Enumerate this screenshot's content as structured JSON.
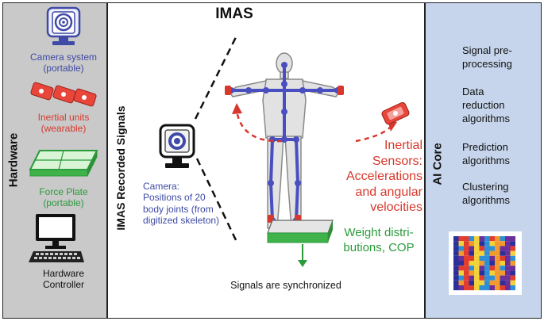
{
  "hardware": {
    "title": "Hardware",
    "camera": {
      "name": "Camera system",
      "note": "(portable)"
    },
    "inertial": {
      "name": "Inertial units",
      "note": "(wearable)"
    },
    "force_plate": {
      "name": "Force Plate",
      "note": "(portable)"
    },
    "controller": {
      "line1": "Hardware",
      "line2": "Controller"
    }
  },
  "signals": {
    "title": "IMAS",
    "side_title": "IMAS Recorded Signals",
    "camera_text": [
      "Camera:",
      "Positions of 20",
      "body joints (from",
      "digitized skeleton)"
    ],
    "inertial_text": [
      "Inertial",
      "Sensors:",
      "Accelerations",
      "and angular",
      "velocities"
    ],
    "weight_text": [
      "Weight distri-",
      "butions, COP"
    ],
    "sync_text": "Signals are synchronized"
  },
  "ai_core": {
    "title": "AI Core",
    "items": [
      [
        "Signal pre-",
        "processing"
      ],
      [
        "Data",
        "reduction",
        "algorithms"
      ],
      [
        "Prediction",
        "algorithms"
      ],
      [
        "Clustering",
        "algorithms"
      ]
    ]
  },
  "colors": {
    "hardware_bg": "#c9c9c9",
    "ai_bg": "#c6d5ec",
    "camera_blue": "#3f4aa6",
    "sensor_red": "#d8382c",
    "plate_green": "#2a9a3a",
    "skeleton_blue": "#4a4fbf"
  },
  "icons": [
    "camera-icon",
    "inertial-sensor-icon",
    "force-plate-icon",
    "monitor-icon",
    "keyboard-icon",
    "heatmap-thumbnail"
  ]
}
